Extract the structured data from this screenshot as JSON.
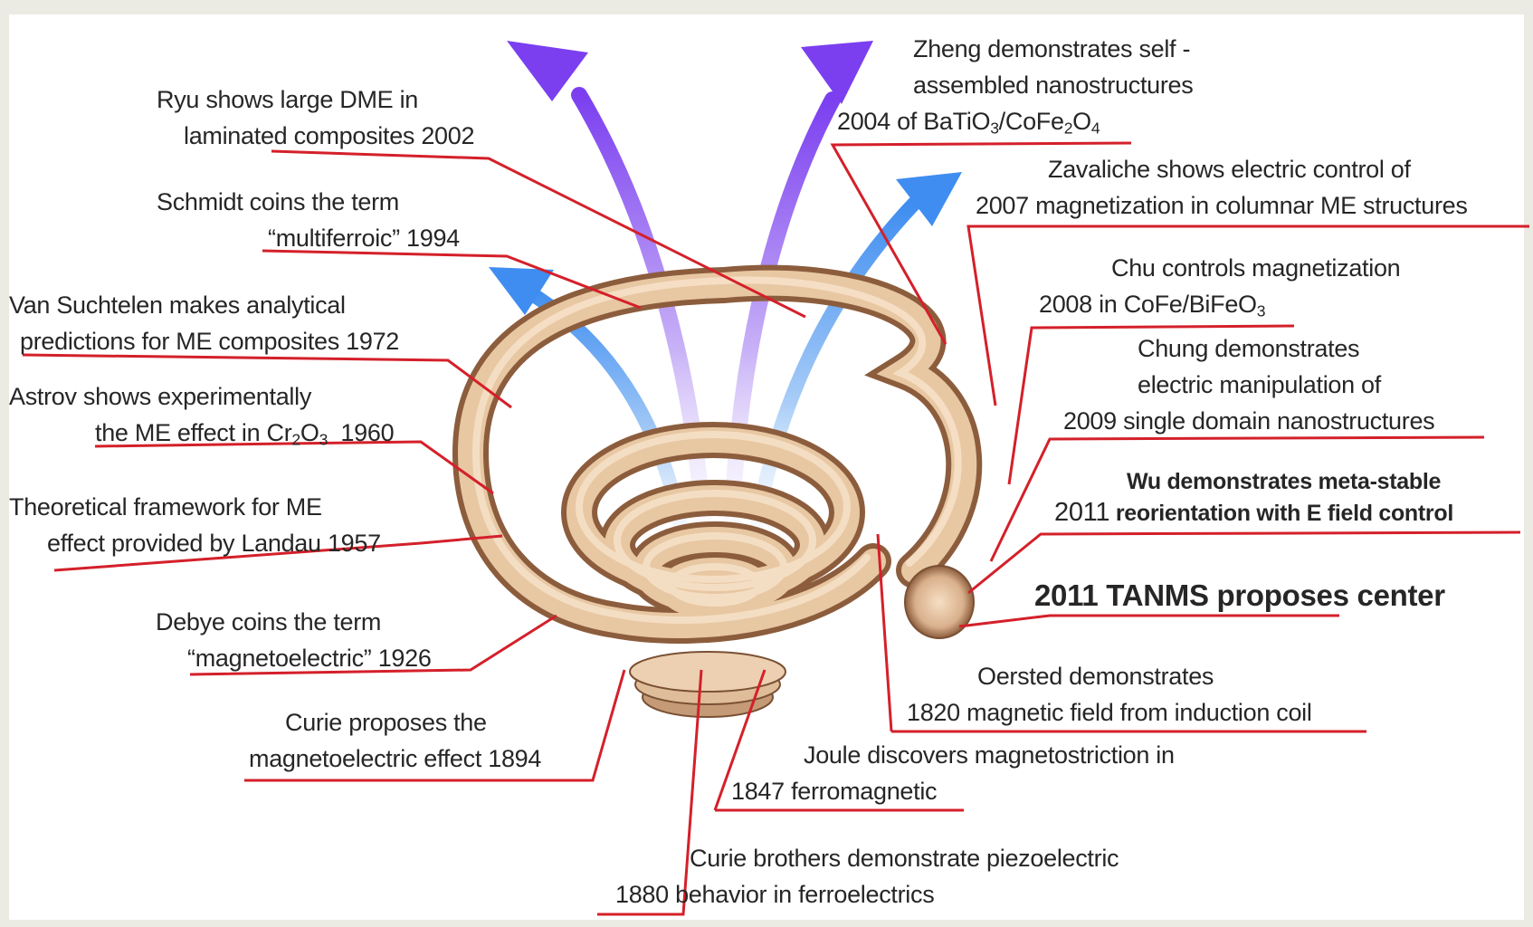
{
  "colors": {
    "leader": "#d4202a",
    "coil_light": "#f2d6b6",
    "coil_dark": "#8c5d3d",
    "arrow_violet": "#7b3ff0",
    "arrow_blue": "#3f8df0",
    "frame": "#ebebe4"
  },
  "events": {
    "ryu": {
      "line1": "Ryu shows large DME in",
      "line2": "laminated composites",
      "year": "2002"
    },
    "schmidt": {
      "line1": "Schmidt coins the term",
      "line2": "“multiferroic”",
      "year": "1994"
    },
    "suchtelen": {
      "line1": "Van Suchtelen makes  analytical",
      "line2": "predictions for ME composites",
      "year": "1972"
    },
    "astrov": {
      "line1": "Astrov shows experimentally",
      "line2_pre": "the ME effect in Cr",
      "sub1": "2",
      "mid": "O",
      "sub2": "3",
      "year": "1960"
    },
    "landau": {
      "line1": "Theoretical framework for ME",
      "line2": "effect provided by Landau",
      "year": "1957"
    },
    "debye": {
      "line1": "Debye coins the term",
      "line2": "“magnetoelectric”",
      "year": "1926"
    },
    "curie": {
      "line1": "Curie proposes the",
      "line2": "magnetoelectric effect",
      "year": "1894"
    },
    "brothers": {
      "line1": "Curie brothers demonstrate piezoelectric",
      "line2": "behavior in ferroelectrics",
      "year": "1880"
    },
    "joule": {
      "line1": "Joule discovers magnetostriction in",
      "line2": "ferromagnetic",
      "year": "1847"
    },
    "oersted": {
      "line1": "Oersted demonstrates",
      "line2": "magnetic field from induction coil",
      "year": "1820"
    },
    "tanms": {
      "text": "TANMS proposes center",
      "year": "2011"
    },
    "wu": {
      "line1": "Wu demonstrates meta-stable",
      "line2": "reorientation with E field control",
      "year": "2011"
    },
    "chung": {
      "line1": "Chung demonstrates",
      "line2": "electric manipulation of",
      "line3": "single domain nanostructures",
      "year": "2009"
    },
    "chu": {
      "line1": "Chu controls magnetization",
      "line2_pre": "in CoFe/BiFeO",
      "sub": "3",
      "year": "2008"
    },
    "zavaliche": {
      "line1": "Zavaliche shows electric control of",
      "line2": "magnetization in columnar ME structures",
      "year": "2007"
    },
    "zheng": {
      "line1": "Zheng demonstrates self -",
      "line2": "assembled nanostructures",
      "line3_pre": "of BaTiO",
      "s1": "3",
      "mid": "/CoFe",
      "s2": "2",
      "mid2": "O",
      "s3": "4",
      "year": "2004"
    }
  }
}
